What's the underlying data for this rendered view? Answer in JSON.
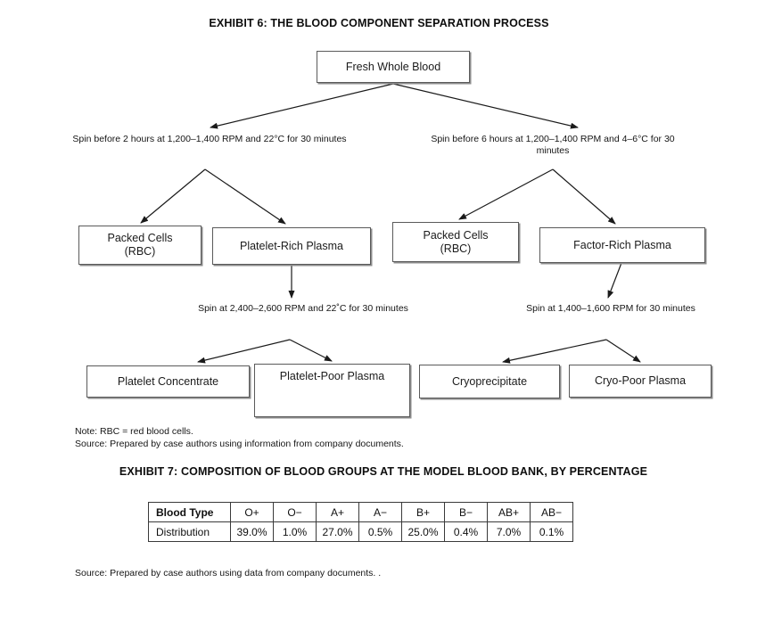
{
  "exhibit6": {
    "title": "EXHIBIT 6: THE BLOOD COMPONENT SEPARATION PROCESS",
    "nodes": {
      "fresh_whole_blood": "Fresh Whole Blood",
      "packed_cells_left": "Packed Cells\n(RBC)",
      "platelet_rich_plasma": "Platelet-Rich Plasma",
      "packed_cells_right": "Packed Cells\n(RBC)",
      "factor_rich_plasma": "Factor-Rich Plasma",
      "platelet_concentrate": "Platelet Concentrate",
      "platelet_poor_plasma": "Platelet-Poor Plasma",
      "cryoprecipitate": "Cryoprecipitate",
      "cryo_poor_plasma": "Cryo-Poor Plasma"
    },
    "labels": {
      "left_spin": "Spin before 2 hours at 1,200–1,400 RPM and 22°C for 30 minutes",
      "right_spin": "Spin before 6 hours at 1,200–1,400 RPM and 4–6°C for 30 minutes",
      "mid_spin": "Spin at 2,400–2,600 RPM and 22˚C for 30 minutes",
      "right_spin2": "Spin at 1,400–1,600 RPM for 30 minutes"
    },
    "note": "Note: RBC = red blood cells.",
    "source": "Source: Prepared by case authors using information from company documents."
  },
  "exhibit7": {
    "title": "EXHIBIT 7: COMPOSITION OF BLOOD GROUPS AT THE MODEL BLOOD BANK, BY PERCENTAGE",
    "source": "Source: Prepared by case authors using data from company documents. .",
    "table": {
      "header_label": "Blood Type",
      "row_label": "Distribution",
      "blood_types": [
        "O+",
        "O−",
        "A+",
        "A−",
        "B+",
        "B−",
        "AB+",
        "AB−"
      ],
      "distribution": [
        "39.0%",
        "1.0%",
        "27.0%",
        "0.5%",
        "25.0%",
        "0.4%",
        "7.0%",
        "0.1%"
      ]
    }
  },
  "chart_data": {
    "type": "table",
    "title": "EXHIBIT 7: COMPOSITION OF BLOOD GROUPS AT THE MODEL BLOOD BANK, BY PERCENTAGE",
    "categories": [
      "O+",
      "O−",
      "A+",
      "A−",
      "B+",
      "B−",
      "AB+",
      "AB−"
    ],
    "values": [
      39.0,
      1.0,
      27.0,
      0.5,
      25.0,
      0.4,
      7.0,
      0.1
    ],
    "xlabel": "Blood Type",
    "ylabel": "Distribution",
    "unit": "percent"
  }
}
